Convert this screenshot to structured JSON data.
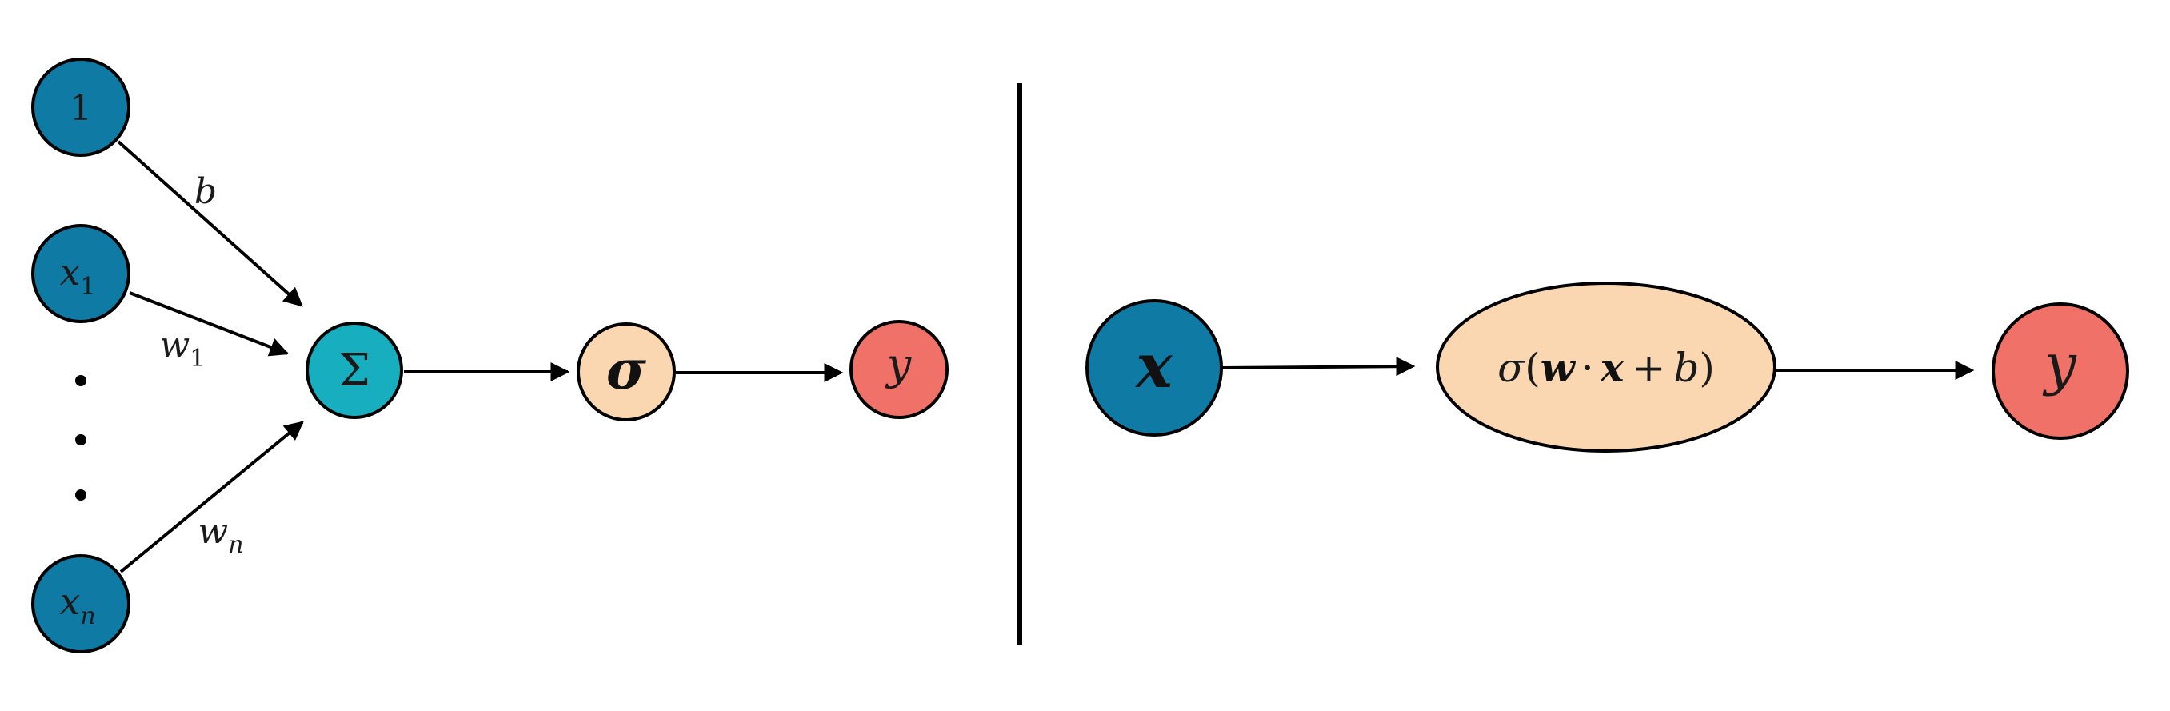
{
  "colors": {
    "input": "#0F7AA3",
    "sum": "#17AEBF",
    "activation": "#FAD7B1",
    "output": "#EF7167",
    "stroke": "#000000"
  },
  "left": {
    "bias_input": "1",
    "input_1": "x",
    "input_1_sub": "1",
    "input_n": "x",
    "input_n_sub": "n",
    "bias_weight": "b",
    "weight_1": "w",
    "weight_1_sub": "1",
    "weight_n": "w",
    "weight_n_sub": "n",
    "sum_symbol": "Σ",
    "activation_symbol": "σ",
    "output": "y",
    "ellipsis": "⋮"
  },
  "right": {
    "input": "x",
    "activation_sigma": "σ",
    "activation_open": "(",
    "activation_w": "w",
    "activation_dot": "·",
    "activation_x": "x",
    "activation_plus": "+",
    "activation_b": "b",
    "activation_close": ")",
    "output": "y"
  }
}
